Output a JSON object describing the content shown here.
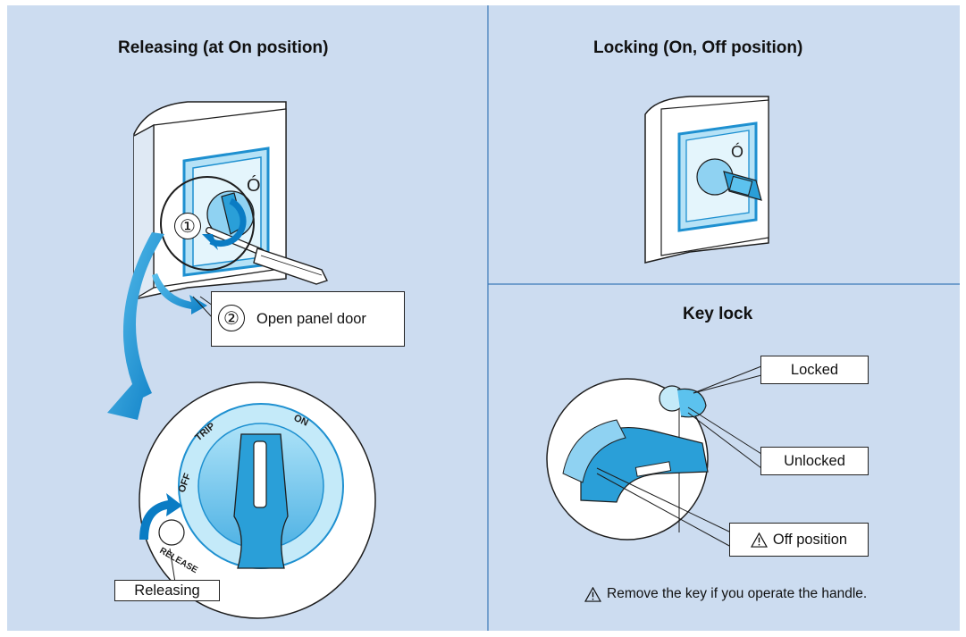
{
  "panels": {
    "releasing": {
      "title": "Releasing (at On position)"
    },
    "locking": {
      "title": "Locking (On, Off position)"
    },
    "keylock": {
      "title": "Key lock"
    }
  },
  "callouts": {
    "step1_number": "①",
    "step2_number": "②",
    "open_panel_door": "Open panel door",
    "releasing": "Releasing",
    "locked": "Locked",
    "unlocked": "Unlocked",
    "off_position": "Off position"
  },
  "notes": {
    "remove_key": "Remove the key if you operate the handle."
  },
  "dial_labels": {
    "off": "OFF",
    "trip": "TRIP",
    "on": "ON",
    "release": "RELEASE"
  },
  "colors": {
    "background": "#ccdcf0",
    "frame": "#ffffff",
    "divider": "#3b78b8",
    "accent": "#1f8fd0",
    "line": "#1e1e1e"
  },
  "icons": [
    "warning-triangle-icon",
    "rotate-arrow-icon",
    "swing-arrow-icon",
    "screwdriver-icon",
    "key-icon"
  ]
}
